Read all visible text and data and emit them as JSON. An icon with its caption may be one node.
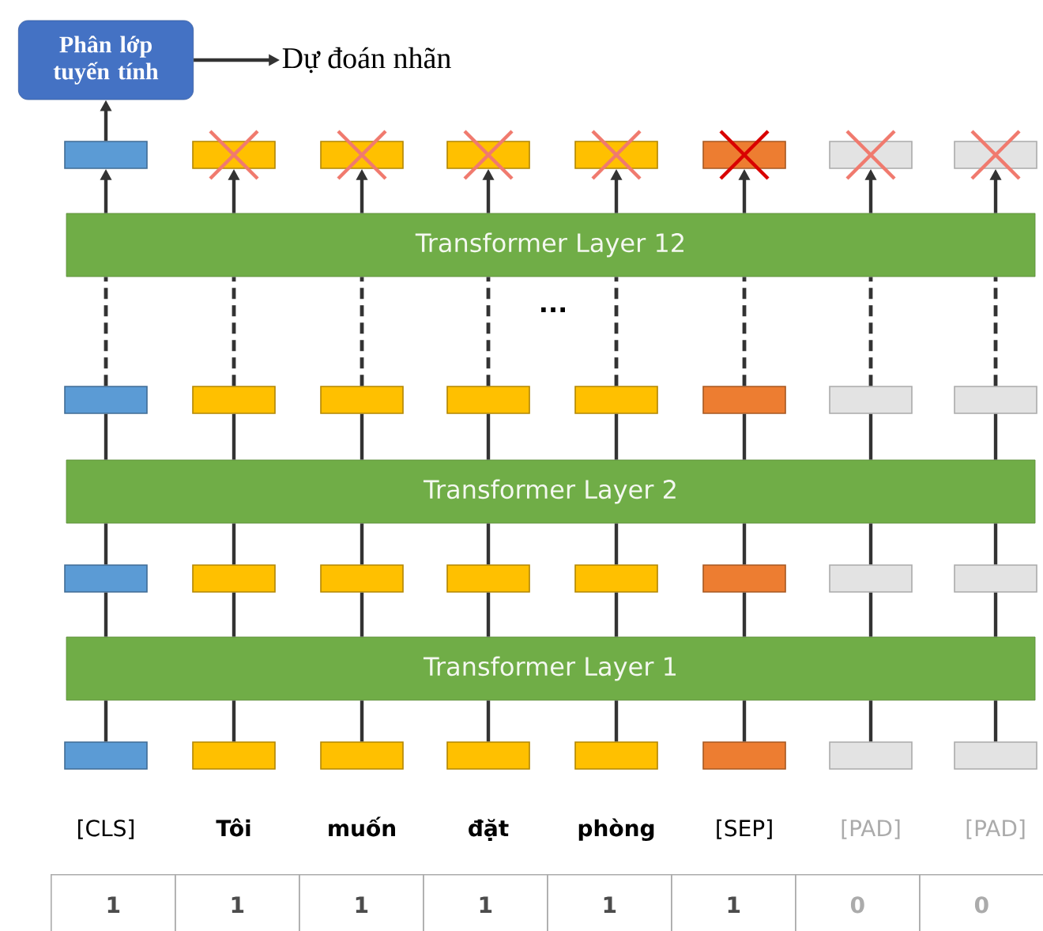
{
  "diagram": {
    "nodes": [
      {
        "text": [
          "Phân lớp tuyến tính"
        ]
      },
      {
        "text": [
          "Dự đoán nhãn"
        ]
      },
      {
        "text": [
          "Transformer Layer 12"
        ]
      },
      {
        "text": [
          "Transformer Layer 2"
        ]
      },
      {
        "text": [
          "Transformer Layer 1"
        ]
      },
      {
        "text": [],
        "shape": "box"
      },
      {
        "text": [],
        "shape": "box"
      },
      {
        "text": [],
        "shape": "box"
      },
      {
        "text": [],
        "shape": "box"
      },
      {
        "text": [],
        "shape": "box"
      },
      {
        "text": [],
        "shape": "box"
      },
      {
        "text": [],
        "shape": "box"
      },
      {
        "text": [],
        "shape": "box"
      },
      {
        "text": [],
        "shape": "box"
      },
      {
        "text": [],
        "shape": "box"
      },
      {
        "text": [],
        "shape": "box"
      },
      {
        "text": [],
        "shape": "box"
      },
      {
        "text": [],
        "shape": "box"
      },
      {
        "text": [],
        "shape": "box"
      },
      {
        "text": [],
        "shape": "box"
      },
      {
        "text": [],
        "shape": "box"
      },
      {
        "text": [],
        "shape": "box"
      },
      {
        "text": [],
        "shape": "box"
      },
      {
        "text": [],
        "shape": "box"
      },
      {
        "text": [],
        "shape": "box"
      },
      {
        "text": [],
        "shape": "box"
      },
      {
        "text": [],
        "shape": "box"
      },
      {
        "text": [],
        "shape": "box"
      },
      {
        "text": [],
        "shape": "box"
      },
      {
        "text": [],
        "shape": "box"
      },
      {
        "text": [],
        "shape": "box"
      },
      {
        "text": [],
        "shape": "box"
      },
      {
        "text": [],
        "shape": "box"
      },
      {
        "text": [],
        "shape": "box"
      },
      {
        "text": [],
        "shape": "box"
      },
      {
        "text": [],
        "shape": "box"
      },
      {
        "text": [],
        "shape": "box"
      }
    ],
    "edges": [
      {
        "from": 0,
        "to": 1,
        "arrow": "to"
      },
      {
        "from": 5,
        "to": 0,
        "arrow": "to"
      },
      {
        "from": 2,
        "to": 5,
        "arrow": "to"
      },
      {
        "from": 2,
        "to": 6,
        "arrow": "to"
      },
      {
        "from": 2,
        "to": 7,
        "arrow": "to"
      },
      {
        "from": 2,
        "to": 8,
        "arrow": "to"
      },
      {
        "from": 2,
        "to": 9,
        "arrow": "to"
      },
      {
        "from": 2,
        "to": 10,
        "arrow": "to"
      },
      {
        "from": 2,
        "to": 11,
        "arrow": "to"
      },
      {
        "from": 2,
        "to": 12,
        "arrow": "to"
      },
      {
        "from": 13,
        "to": 2,
        "arrow": "none",
        "style": "dashed"
      },
      {
        "from": 14,
        "to": 2,
        "arrow": "none",
        "style": "dashed"
      },
      {
        "from": 15,
        "to": 2,
        "arrow": "none",
        "style": "dashed"
      },
      {
        "from": 16,
        "to": 2,
        "arrow": "none",
        "style": "dashed"
      },
      {
        "from": 17,
        "to": 2,
        "arrow": "none",
        "style": "dashed"
      },
      {
        "from": 18,
        "to": 2,
        "arrow": "none",
        "style": "dashed"
      },
      {
        "from": 19,
        "to": 2,
        "arrow": "none",
        "style": "dashed"
      },
      {
        "from": 20,
        "to": 2,
        "arrow": "none",
        "style": "dashed"
      },
      {
        "from": 3,
        "to": 13,
        "arrow": "none"
      },
      {
        "from": 3,
        "to": 14,
        "arrow": "none"
      },
      {
        "from": 3,
        "to": 15,
        "arrow": "none"
      },
      {
        "from": 3,
        "to": 16,
        "arrow": "none"
      },
      {
        "from": 3,
        "to": 17,
        "arrow": "none"
      },
      {
        "from": 3,
        "to": 18,
        "arrow": "none"
      },
      {
        "from": 3,
        "to": 19,
        "arrow": "none"
      },
      {
        "from": 3,
        "to": 20,
        "arrow": "none"
      },
      {
        "from": 21,
        "to": 3,
        "arrow": "none"
      },
      {
        "from": 22,
        "to": 3,
        "arrow": "none"
      },
      {
        "from": 23,
        "to": 3,
        "arrow": "none"
      },
      {
        "from": 24,
        "to": 3,
        "arrow": "none"
      },
      {
        "from": 25,
        "to": 3,
        "arrow": "none"
      },
      {
        "from": 26,
        "to": 3,
        "arrow": "none"
      },
      {
        "from": 27,
        "to": 3,
        "arrow": "none"
      },
      {
        "from": 28,
        "to": 3,
        "arrow": "none"
      },
      {
        "from": 4,
        "to": 21,
        "arrow": "none"
      },
      {
        "from": 4,
        "to": 22,
        "arrow": "none"
      },
      {
        "from": 4,
        "to": 23,
        "arrow": "none"
      },
      {
        "from": 4,
        "to": 24,
        "arrow": "none"
      },
      {
        "from": 4,
        "to": 25,
        "arrow": "none"
      },
      {
        "from": 4,
        "to": 26,
        "arrow": "none"
      },
      {
        "from": 4,
        "to": 27,
        "arrow": "none"
      },
      {
        "from": 4,
        "to": 28,
        "arrow": "none"
      },
      {
        "from": 29,
        "to": 4,
        "arrow": "none"
      },
      {
        "from": 30,
        "to": 4,
        "arrow": "none"
      },
      {
        "from": 31,
        "to": 4,
        "arrow": "none"
      },
      {
        "from": 32,
        "to": 4,
        "arrow": "none"
      },
      {
        "from": 33,
        "to": 4,
        "arrow": "none"
      },
      {
        "from": 34,
        "to": 4,
        "arrow": "none"
      },
      {
        "from": 35,
        "to": 4,
        "arrow": "none"
      },
      {
        "from": 36,
        "to": 4,
        "arrow": "none"
      }
    ],
    "labels": [
      "...",
      "[CLS]",
      "Tôi",
      "muốn",
      "đặt",
      "phòng",
      "[SEP]",
      "[PAD]",
      "[PAD]",
      "1",
      "1",
      "1",
      "1",
      "1",
      "1",
      "0",
      "0"
    ]
  }
}
